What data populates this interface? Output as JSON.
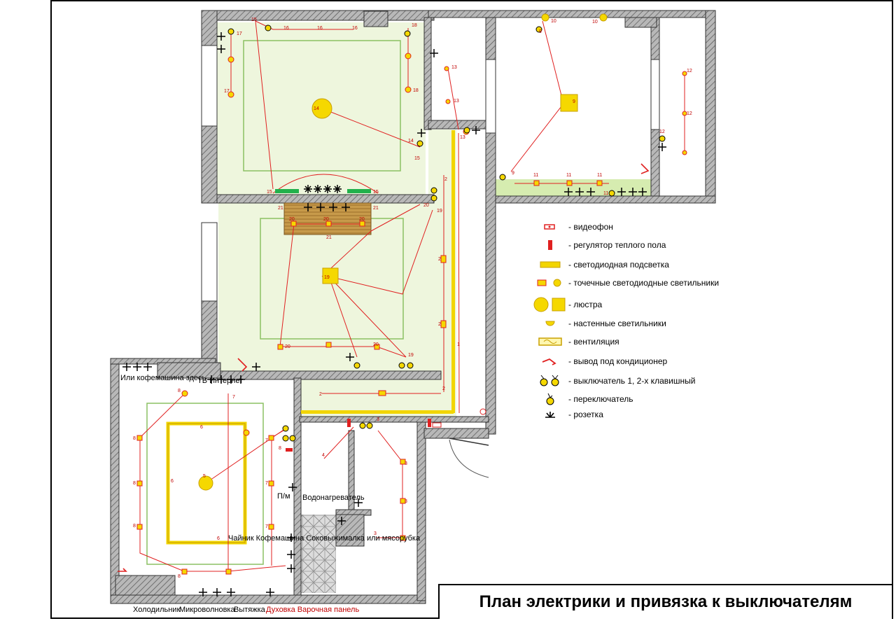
{
  "title": "План электрики и привязка к выключателям",
  "colors": {
    "wall": "#7a7a7a",
    "circuit": "#e02020",
    "floor_fill": "#eef6dd",
    "led_strip": "#f2d500",
    "lamp": "#f5d800",
    "vent_green": "#22b14c",
    "wood": "#c79a4a"
  },
  "legend": [
    {
      "icon": "videophone-icon",
      "label": "- видеофон"
    },
    {
      "icon": "floor-heating-regulator-icon",
      "label": "- регулятор теплого пола"
    },
    {
      "icon": "led-strip-icon",
      "label": "- светодиодная подсветка"
    },
    {
      "icon": "spotlight-icon",
      "label": "- точечные светодиодные светильники"
    },
    {
      "icon": "chandelier-icon",
      "label": "- люстра"
    },
    {
      "icon": "wall-lamp-icon",
      "label": "- настенные светильники"
    },
    {
      "icon": "ventilation-icon",
      "label": "- вентиляция"
    },
    {
      "icon": "ac-outlet-icon",
      "label": "- вывод под кондиционер"
    },
    {
      "icon": "switch-icon",
      "label": "- выключатель 1, 2-х клавишный"
    },
    {
      "icon": "toggle-switch-icon",
      "label": "- переключатель"
    },
    {
      "icon": "socket-icon",
      "label": "- розетка"
    }
  ],
  "kitchen_labels": {
    "coffee_here": "Или кофемашина здесь",
    "tv_internet": "ТВ Интернет",
    "pm": "П/м",
    "water_heater": "Водонагреватель",
    "appliances": "Чайник Кофемашина Соковыжималка или мясорубка",
    "fridge": "Холодильник",
    "microwave": "Микроволновка",
    "hood": "Вытяжка",
    "oven_hob": "Духовка Варочная панель"
  }
}
